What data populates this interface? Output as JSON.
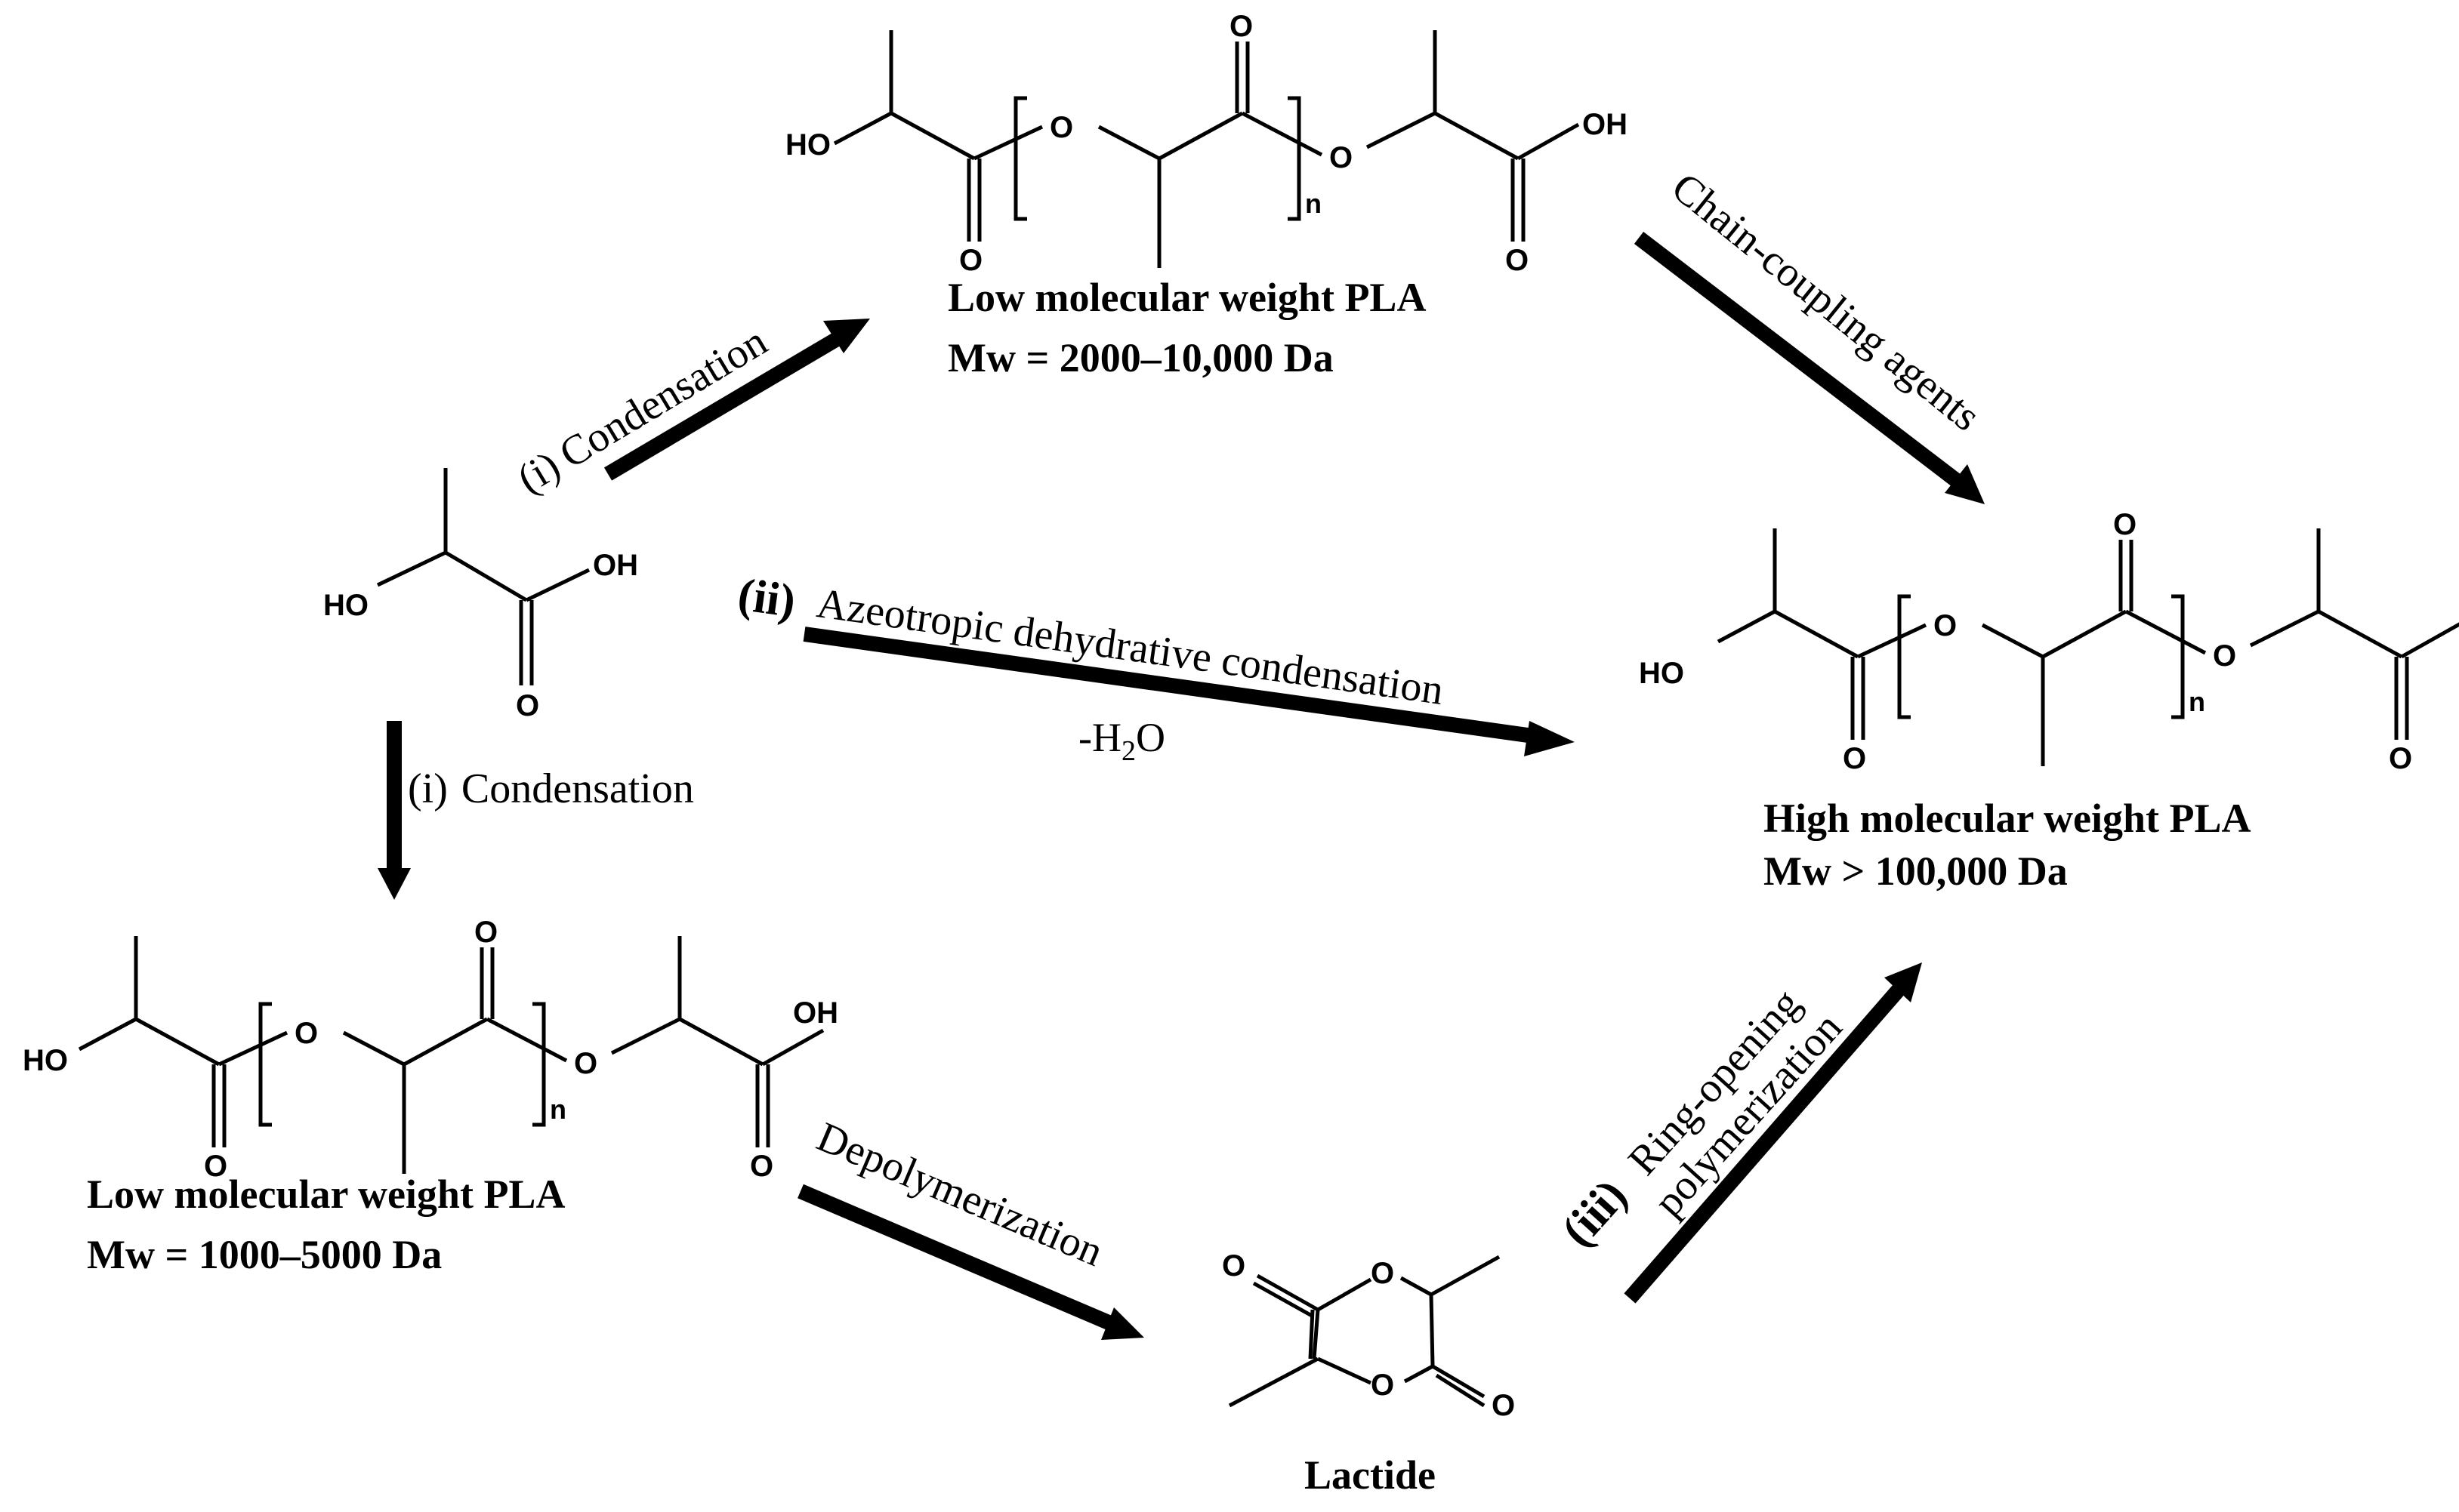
{
  "atoms": {
    "ho": "HO",
    "oh": "OH",
    "o": "O",
    "n": "n"
  },
  "products": {
    "low_pla_top_name": "Low molecular weight PLA",
    "low_pla_top_mw": "Mw = 2000–10,000 Da",
    "high_pla_name": "High molecular weight PLA",
    "high_pla_mw": "Mw > 100,000 Da",
    "low_pla_bottom_name": "Low molecular weight PLA",
    "low_pla_bottom_mw": "Mw = 1000–5000 Da",
    "lactide": "Lactide"
  },
  "routes": {
    "route_i_top_num": "(i)",
    "route_i_top_label": "Condensation",
    "route_i_down_num": "(i)",
    "route_i_down_label": "Condensation",
    "route_ii_num": "(ii)",
    "route_ii_label": "Azeotropic dehydrative condensation",
    "route_ii_byproduct_h": "-H",
    "route_ii_byproduct_sub": "2",
    "route_ii_byproduct_o": "O",
    "chain_coupling": "Chain-coupling agents",
    "depolymerization": "Depolymerization",
    "route_iii_num": "(iii)",
    "route_iii_label_1": "Ring-opening",
    "route_iii_label_2": "polymerization"
  }
}
